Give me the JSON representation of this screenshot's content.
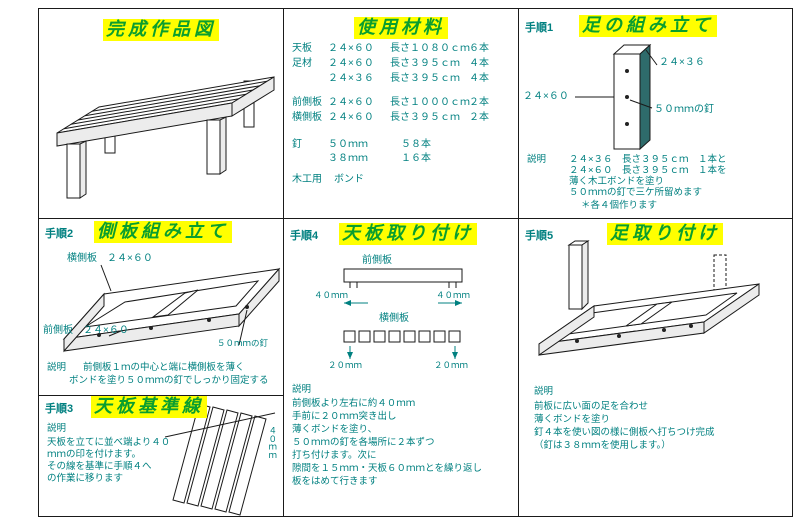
{
  "colors": {
    "title_text": "#0a9e2e",
    "title_highlight": "#ffff00",
    "body_text": "#008080",
    "line": "#1a1a1a"
  },
  "finished": {
    "title": "完成作品図"
  },
  "materials": {
    "title": "使用材料",
    "rows": [
      [
        "天板",
        "２４×６０",
        "長さ１０８０ｃｍ",
        "６本"
      ],
      [
        "足材",
        "２４×６０",
        "長さ３９５ｃｍ",
        "４本"
      ],
      [
        "",
        "２４×３６",
        "長さ３９５ｃｍ",
        "４本"
      ],
      [
        "前側板",
        "２４×６０",
        "長さ１０００ｃｍ",
        "２本"
      ],
      [
        "横側板",
        "２４×６０",
        "長さ３９５ｃｍ",
        "２本"
      ],
      [
        "釘",
        "５０ｍｍ",
        "５８本",
        ""
      ],
      [
        "",
        "３８ｍｍ",
        "１６本",
        ""
      ],
      [
        "木工用",
        "ボンド",
        "",
        ""
      ]
    ]
  },
  "step1": {
    "step": "手順1",
    "title": "足の組み立て",
    "label_small": "２４×３６",
    "label_large": "２４×６０",
    "label_nail": "５０ｍｍの釘",
    "desc_label": "説明",
    "desc": [
      "２４×３６　長さ３９５ｃｍ　１本と",
      "２４×６０　長さ３９５ｃｍ　１本を",
      "薄く木工ボンドを塗り",
      "５０ｍｍの釘で三ケ所留めます"
    ],
    "note": "＊各４個作ります"
  },
  "step2": {
    "step": "手順2",
    "title": "側板組み立て",
    "label_side": "横側板　２４×６０",
    "label_front": "前側板　２４×６０",
    "label_nail": "５０ｍｍの釘",
    "desc_label": "説明",
    "desc": [
      "前側板１ｍの中心と端に横側板を薄く",
      "ボンドを塗り５０ｍｍの釘でしっかり固定する"
    ]
  },
  "step3": {
    "step": "手順3",
    "title": "天板基準線",
    "label_dim": "４０ｍｍ",
    "desc_label": "説明",
    "desc": [
      "天板を立てに並べ端より４０",
      "ｍｍの印を付けます。",
      "その線を基準に手順４へ",
      "の作業に移ります"
    ]
  },
  "step4": {
    "step": "手順4",
    "title": "天板取り付け",
    "label_front": "前側板",
    "label_side": "横側板",
    "dim_left": "４０ｍｍ",
    "dim_right": "４０ｍｍ",
    "dim_bl": "２０ｍｍ",
    "dim_br": "２０ｍｍ",
    "desc_label": "説明",
    "desc": [
      "前側板より左右に約４０ｍｍ",
      "手前に２０ｍｍ突き出し",
      "薄くボンドを塗り、",
      "５０ｍｍの釘を各場所に２本ずつ",
      "打ち付けます。次に",
      "隙間を１５ｍｍ・天板６０ｍｍとを繰り返し",
      "板をはめて行きます"
    ]
  },
  "step5": {
    "step": "手順5",
    "title": "足取り付け",
    "desc_label": "説明",
    "desc": [
      "前板に広い面の足を合わせ",
      "薄くボンドを塗り",
      "釘４本を使い図の様に側板へ打ちつけ完成",
      "（釘は３８ｍｍを使用します。）"
    ]
  }
}
